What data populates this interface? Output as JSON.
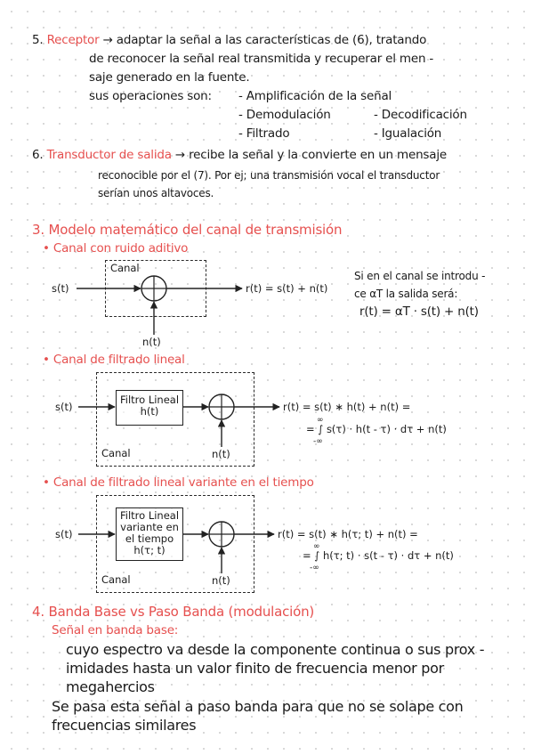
{
  "section5": {
    "number": "5.",
    "term": "Receptor",
    "line1": "→ adaptar la señal a las características de (6), tratando",
    "line2": "de reconocer la señal real transmitida y recuperar el men -",
    "line3": "saje generado en la fuente.",
    "ops_intro": "sus operaciones son:",
    "op1": "- Amplificación de la señal",
    "op2": "- Demodulación",
    "op3": "- Decodificación",
    "op4": "- Filtrado",
    "op5": "- Igualación"
  },
  "section6": {
    "number": "6.",
    "term": "Transductor de salida",
    "line1": "→ recibe la señal y la convierte en un mensaje",
    "line2": "reconocible por el (7). Por ej; una transmisión vocal el transductor",
    "line3": "serían unos altavoces."
  },
  "section3": {
    "heading": "3. Modelo matemático del canal de transmisión",
    "canal1": {
      "title": "• Canal con ruido aditivo",
      "box_label": "Canal",
      "input": "s(t)",
      "noise": "n(t)",
      "output": "r(t) = s(t) + n(t)",
      "note1": "Si en el canal se introdu -",
      "note2": "ce αT la salida será:",
      "note3": "r(t) = αT · s(t) + n(t)"
    },
    "canal2": {
      "title": "• Canal de filtrado lineal",
      "filter1": "Filtro Lineal",
      "filter2": "h(t)",
      "box_label": "Canal",
      "input": "s(t)",
      "noise": "n(t)",
      "output": "r(t) = s(t) ∗ h(t) + n(t) =",
      "output2": "= ∫ s(τ) · h(t - τ) · dτ + n(t)",
      "int_top": "∞",
      "int_bottom": "-∞"
    },
    "canal3": {
      "title": "• Canal de filtrado lineal variante en el tiempo",
      "filter1": "Filtro Lineal",
      "filter2": "variante en",
      "filter3": "el tiempo",
      "filter4": "h(τ; t)",
      "box_label": "Canal",
      "input": "s(t)",
      "noise": "n(t)",
      "output": "r(t) = s(t) ∗ h(τ; t) + n(t) =",
      "output2": "= ∫ h(τ; t) · s(t - τ) · dτ + n(t)",
      "int_top": "∞",
      "int_bottom": "-∞"
    }
  },
  "section4": {
    "heading": "4. Banda Base vs Paso Banda (modulación)",
    "sub": "Señal en banda base:",
    "p1a": "cuyo espectro va desde la componente continua o sus prox -",
    "p1b": "imidades hasta un valor finito de frecuencia menor por",
    "p1c": "megahercios",
    "p2a": "Se pasa esta señal a paso banda para que no se solape con",
    "p2b": "frecuencias similares"
  }
}
